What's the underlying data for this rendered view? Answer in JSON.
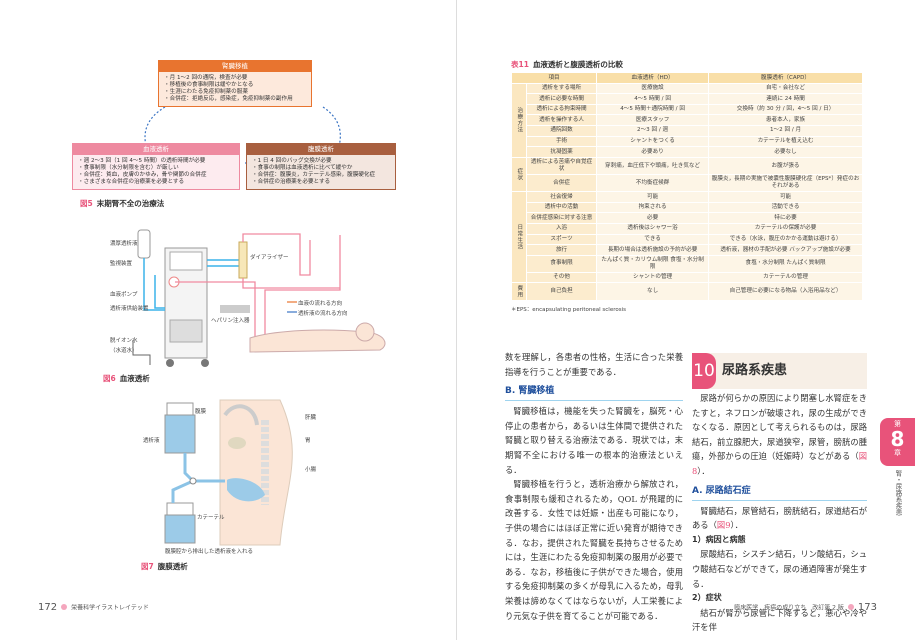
{
  "fig5": {
    "caption_num": "図5",
    "caption": "末期腎不全の治療法",
    "transplant": {
      "title": "腎臓移植",
      "items": [
        "・月 1～2 回の通院，検査が必要",
        "・移植後の食事制限は緩やかとなる",
        "・生涯にわたる免疫抑制薬の服薬",
        "・合併症：拒絶反応，感染症，免疫抑制薬の副作用"
      ]
    },
    "hd": {
      "title": "血液透析",
      "items": [
        "・週 2～3 回（1 回 4～5 時間）の透析時間が必要",
        "・食事制限（水分制限を含む）が厳しい",
        "・合併症：貧血，皮膚のかゆみ，骨や関節の合併症",
        "・さまざまな合併症の治療薬を必要とする"
      ]
    },
    "pd": {
      "title": "腹膜透析",
      "items": [
        "・1 日 4 回のバッグ交換が必要",
        "・食事の制限は血液透析に比べて緩やか",
        "・合併症：腹膜炎，カテーテル感染，腹膜硬化症",
        "・合併症の治療薬を必要とする"
      ]
    }
  },
  "fig6": {
    "caption_num": "図6",
    "caption": "血液透析",
    "labels": {
      "dialysate": "濃厚透析液",
      "monitor": "監視装置",
      "pump": "血液ポンプ",
      "supply": "透析液供給装置",
      "water": "脱イオン水",
      "water2": "（水道水）",
      "dialyzer": "ダイアライザー",
      "heparin": "ヘパリン注入器",
      "legend_blood": "血液の流れる方向",
      "legend_dialysate": "透析液の流れる方向"
    }
  },
  "fig7": {
    "caption_num": "図7",
    "caption": "腹膜透析",
    "labels": {
      "peritoneum": "腹膜",
      "dialysate": "透析液",
      "liver": "肝臓",
      "stomach": "胃",
      "intestine": "小腸",
      "catheter": "カテーテル",
      "drain": "腹膜腔から排出した透析液を入れる"
    }
  },
  "table": {
    "num": "表11",
    "title": "血液透析と腹膜透析の比較",
    "headers": [
      "項目",
      "血液透析（HD）",
      "腹膜透析（CAPD）"
    ],
    "groups": [
      {
        "name": "治療方法",
        "rows": [
          [
            "透析をする場所",
            "医療施設",
            "自宅・会社など"
          ],
          [
            "透析に必要な時間",
            "4～5 時間 / 回",
            "連続に 24 時間"
          ],
          [
            "透析による拘束時間",
            "4～5 時間＋通院時間 / 回",
            "交換時（約 30 分 / 回，4～5 回 / 日）"
          ],
          [
            "透析を操作する人",
            "医療スタッフ",
            "患者本人，家族"
          ],
          [
            "通院回数",
            "2～3 回 / 週",
            "1～2 回 / 月"
          ],
          [
            "手術",
            "シャントをつくる",
            "カテーテルを植え込む"
          ],
          [
            "抗凝固薬",
            "必要あり",
            "必要なし"
          ]
        ]
      },
      {
        "name": "症状",
        "rows": [
          [
            "透析による苦痛や自覚症状",
            "穿刺痛，血圧低下や頭痛，吐き気など",
            "お腹が張る"
          ],
          [
            "合併症",
            "不均衡症候群",
            "腹膜炎，長期の実施で被嚢性腹膜硬化症（EPS*）発症のおそれがある"
          ]
        ]
      },
      {
        "name": "日常生活",
        "rows": [
          [
            "社会復帰",
            "可能",
            "可能"
          ],
          [
            "透析中の活動",
            "拘束される",
            "活動できる"
          ],
          [
            "合併症感染に対する注意",
            "必要",
            "特に必要"
          ],
          [
            "入浴",
            "透析後はシャワー浴",
            "カテーテルの保護が必要"
          ],
          [
            "スポーツ",
            "できる",
            "できる（水泳，腹圧のかかる運動は避ける）"
          ],
          [
            "旅行",
            "長期の場合は透析施設の予約が必要",
            "透析液，器材の手配が必要 バックアップ施設が必要"
          ],
          [
            "食事制限",
            "たんぱく質・カリウム制限 食塩・水分制限",
            "食塩・水分制限 たんぱく質制限"
          ],
          [
            "その他",
            "シャントの管理",
            "カテーテルの管理"
          ]
        ]
      },
      {
        "name": "費用",
        "rows": [
          [
            "自己負担",
            "なし",
            "自己管理に必要になる物品（入浴用品など）"
          ]
        ]
      }
    ],
    "footnote": "＊EPS：encapsulating peritoneal sclerosis"
  },
  "col1": {
    "lead": "数を理解し，各患者の性格，生活に合った栄養指導を行うことが重要である．",
    "section": "B. 腎臓移植",
    "p1": "腎臓移植は，機能を失った腎臓を，脳死・心停止の患者から，あるいは生体間で提供された腎臓と取り替える治療法である．現状では，末期腎不全における唯一の根本的治療法といえる．",
    "p2": "腎臓移植を行うと，透析治療から解放され，食事制限も緩和されるため，QOL が飛躍的に改善する．女性では妊娠・出産も可能になり，子供の場合にはほぼ正常に近い発育が期待できる．なお，提供された腎臓を長持ちさせるためには，生涯にわたる免疫抑制薬の服用が必要である．なお，移植後に子供ができた場合，使用する免疫抑制薬の多くが母乳に入るため，母乳栄養は諦めなくてはならないが，人工栄養により元気な子供を育てることが可能である．"
  },
  "col2": {
    "chapter_num": "10",
    "chapter_title": "尿路系疾患",
    "p1": "尿路が何らかの原因により閉塞し水腎症をきたすと，ネフロンが破壊され，尿の生成ができなくなる．原因として考えられるものは，尿路結石，前立腺肥大，尿道狭窄，尿管，膀胱の腫瘍，外部からの圧迫（妊娠時）などがある（",
    "p1_ref": "図8",
    "p1_end": "）．",
    "section": "A. 尿路結石症",
    "p2": "腎臓結石，尿管結石，膀胱結石，尿道結石がある（",
    "p2_ref": "図9",
    "p2_end": "）．",
    "h1": "1）病因と病態",
    "p3": "尿酸結石，シスチン結石，リン酸結石，シュウ酸結石などができて，尿の通過障害が発生する．",
    "h2": "2）症状",
    "p4": "結石が腎から尿管に下降すると，悪心や冷や汗を伴"
  },
  "tab": {
    "chapter_prefix": "第",
    "chapter_num": "8",
    "chapter_suffix": "章",
    "section": "腎・尿路系疾患"
  },
  "footer": {
    "left_page": "172",
    "left_title": "栄養科学イラストレイテッド",
    "right_title": "臨床医学　疾病の成り立ち　改訂第 2 版",
    "right_page": "173"
  },
  "colors": {
    "accent": "#e8537a",
    "section": "#1f4f9c",
    "transplant": "#e8742f",
    "hd": "#ee8aa0",
    "pd": "#a85f3f",
    "table_head": "#f9dfa8"
  }
}
